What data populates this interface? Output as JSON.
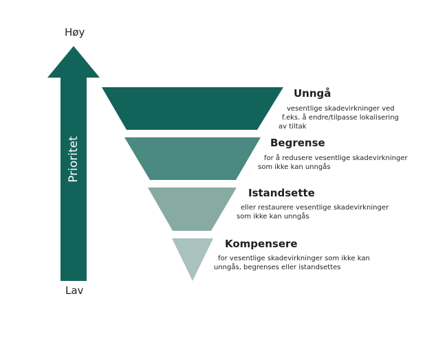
{
  "colors": {
    "arrow": "#12645a",
    "level_1": "#12645a",
    "level_2": "#4a8a80",
    "level_3": "#87aaa3",
    "level_4": "#a9c2bd"
  },
  "axis": {
    "top_label": "Høy",
    "bottom_label": "Lav",
    "label": "Prioritet"
  },
  "levels": [
    {
      "title": "Unngå",
      "desc_lines": [
        "vesentlige skadevirkninger ved",
        "f.eks. å endre/tilpasse lokalisering",
        "av tiltak"
      ]
    },
    {
      "title": "Begrense",
      "desc_lines": [
        "for å redusere vesentlige skadevirkninger",
        "som ikke kan unngås"
      ]
    },
    {
      "title": "Istandsette",
      "desc_lines": [
        "eller restaurere vesentlige skadevirkninger",
        "som ikke kan unngås"
      ]
    },
    {
      "title": "Kompensere",
      "desc_lines": [
        "for vesentlige skadevirkninger som ikke kan",
        "unngås, begrenses eller istandsettes"
      ]
    }
  ]
}
